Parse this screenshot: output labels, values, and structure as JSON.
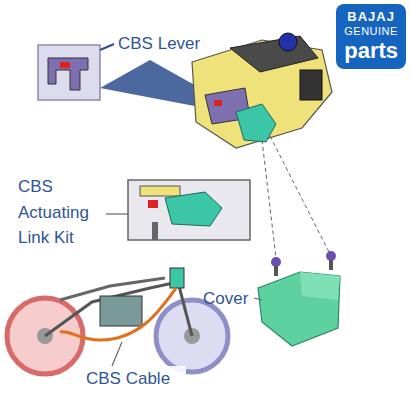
{
  "diagram": {
    "nodes": [
      {
        "text": [
          "BAJAJ",
          "GENUINE",
          "parts"
        ]
      }
    ],
    "labels": [
      "CBS Lever",
      "CBS Actuating Link Kit",
      "Cover",
      "CBS Cable"
    ]
  }
}
